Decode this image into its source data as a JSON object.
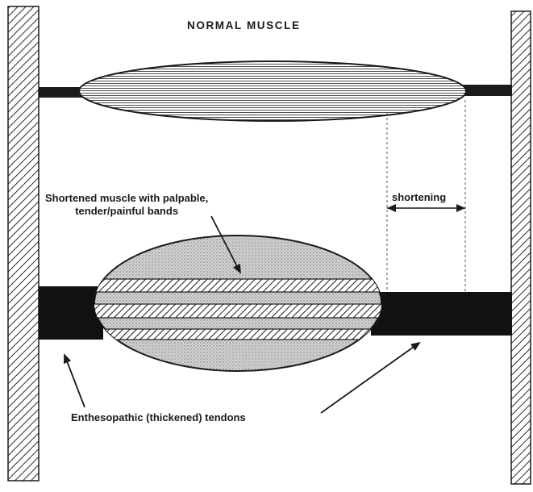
{
  "title": "NORMAL MUSCLE",
  "labels": {
    "shortened_line1": "Shortened muscle with palpable,",
    "shortened_line2": "tender/painful bands",
    "shortening": "shortening",
    "tendons": "Enthesopathic (thickened) tendons"
  },
  "colors": {
    "ink": "#1a1a1a",
    "hatch": "#2a2a2a",
    "muscle_fill": "#d8d8d8",
    "background": "#ffffff"
  }
}
